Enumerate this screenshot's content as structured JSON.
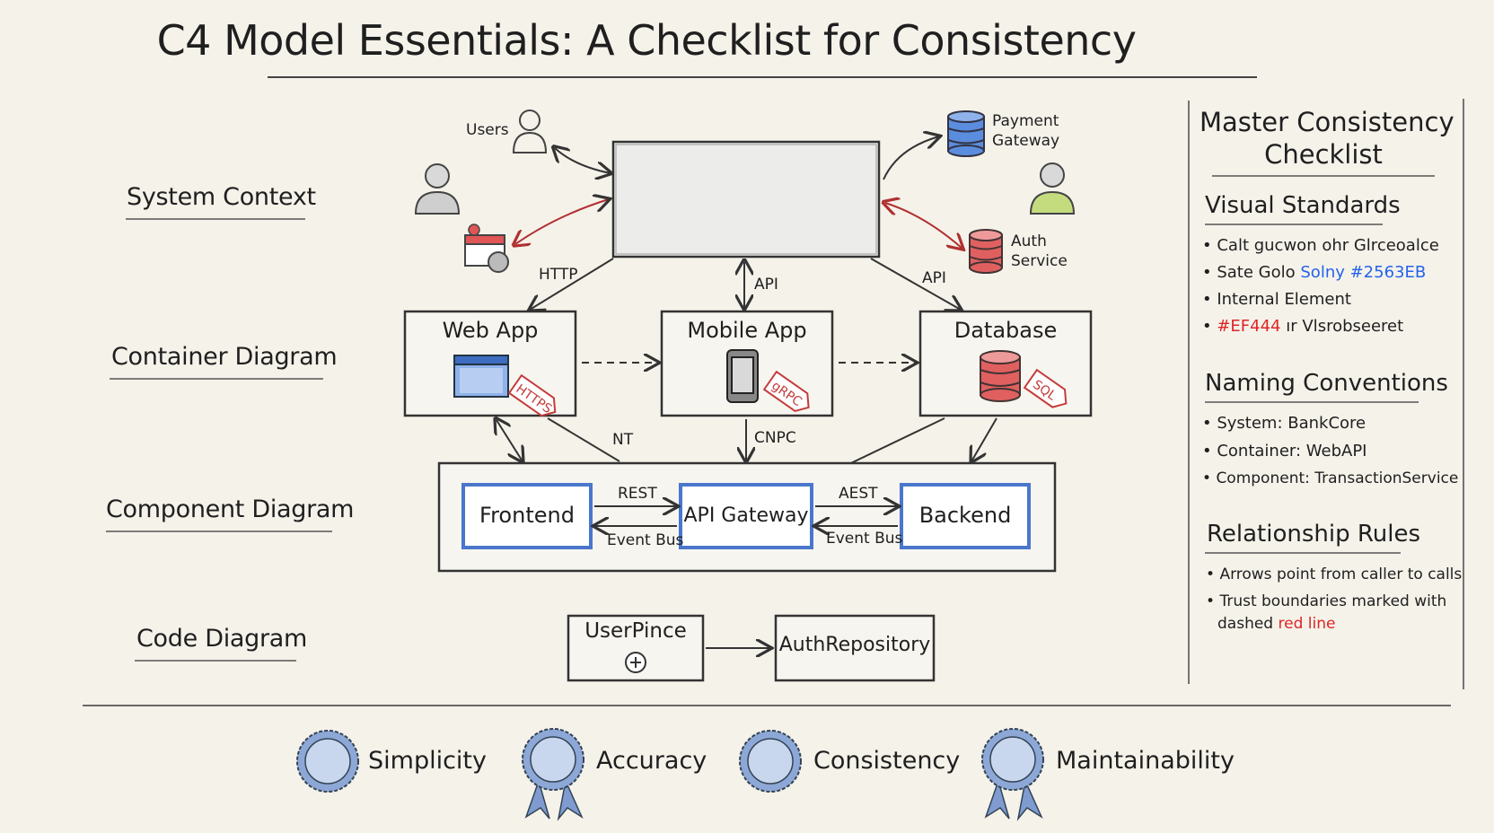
{
  "title": "C4 Model Essentials: A Checklist for Consistency",
  "levels": {
    "system_context": "System Context",
    "container": "Container Diagram",
    "component": "Component Diagram",
    "code": "Code Diagram"
  },
  "context": {
    "users": "Users",
    "payment_gateway": [
      "Payment",
      "Gateway"
    ],
    "auth_service": [
      "Auth",
      "Service"
    ],
    "http": "HTTP",
    "api_center": "API",
    "api_right": "API"
  },
  "containers": {
    "web_app": "Web App",
    "web_app_tag": "HTTPS",
    "mobile_app": "Mobile App",
    "mobile_app_tag": "gRPC",
    "database": "Database",
    "database_tag": "SQL",
    "nt_label": "NT",
    "cnpc_label": "CNPC"
  },
  "components": {
    "frontend": "Frontend",
    "api_gateway": "API Gateway",
    "backend": "Backend",
    "rest_left": "REST",
    "rest_right": "AEST",
    "bus_left": "Event Bus",
    "bus_right": "Event Bus"
  },
  "code": {
    "user_class": "UserPince",
    "auth_repo": "AuthRepository"
  },
  "checklist": {
    "title_line1": "Master Consistency",
    "title_line2": "Checklist",
    "visual": {
      "heading": "Visual Standards",
      "item1": "Calt gucwon ohr Glrceoalce",
      "item2_prefix": "Sate Golo",
      "item2_blue": "Solny #2563EB",
      "item3": "Internal Element",
      "item4_red": "#EF444",
      "item4_rest": "ır Vlsrobseeret"
    },
    "naming": {
      "heading": "Naming Conventions",
      "items": [
        "System: BankCore",
        "Container: WebAPI",
        "Component: TransactionService"
      ]
    },
    "relationship": {
      "heading": "Relationship Rules",
      "item1": "Arrows point from caller to calls",
      "item2_line1": "Trust boundaries marked with",
      "item2_line2_prefix": "dashed",
      "item2_line2_red": "red line"
    }
  },
  "principles": [
    "Simplicity",
    "Accuracy",
    "Consistency",
    "Maintainability"
  ],
  "colors": {
    "blue": "#2563EB",
    "red": "#EF4444",
    "badge": "#9bb3d9",
    "background": "#f5f2ea"
  }
}
